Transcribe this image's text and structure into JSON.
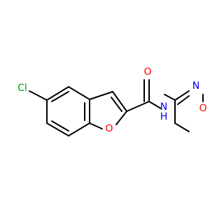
{
  "molecule": {
    "atoms": [
      {
        "id": "Cl",
        "text": "Cl",
        "color": "#00a000"
      },
      {
        "id": "O_furan",
        "text": "O",
        "color": "#ff0000"
      },
      {
        "id": "O_amide",
        "text": "O",
        "color": "#ff0000"
      },
      {
        "id": "N_amide",
        "text": "N",
        "color": "#0000ff"
      },
      {
        "id": "H_amide",
        "text": "H",
        "color": "#0000ff"
      },
      {
        "id": "N_ring",
        "text": "N",
        "color": "#0000ff"
      },
      {
        "id": "O_ketone",
        "text": "O",
        "color": "#ff0000"
      }
    ]
  }
}
